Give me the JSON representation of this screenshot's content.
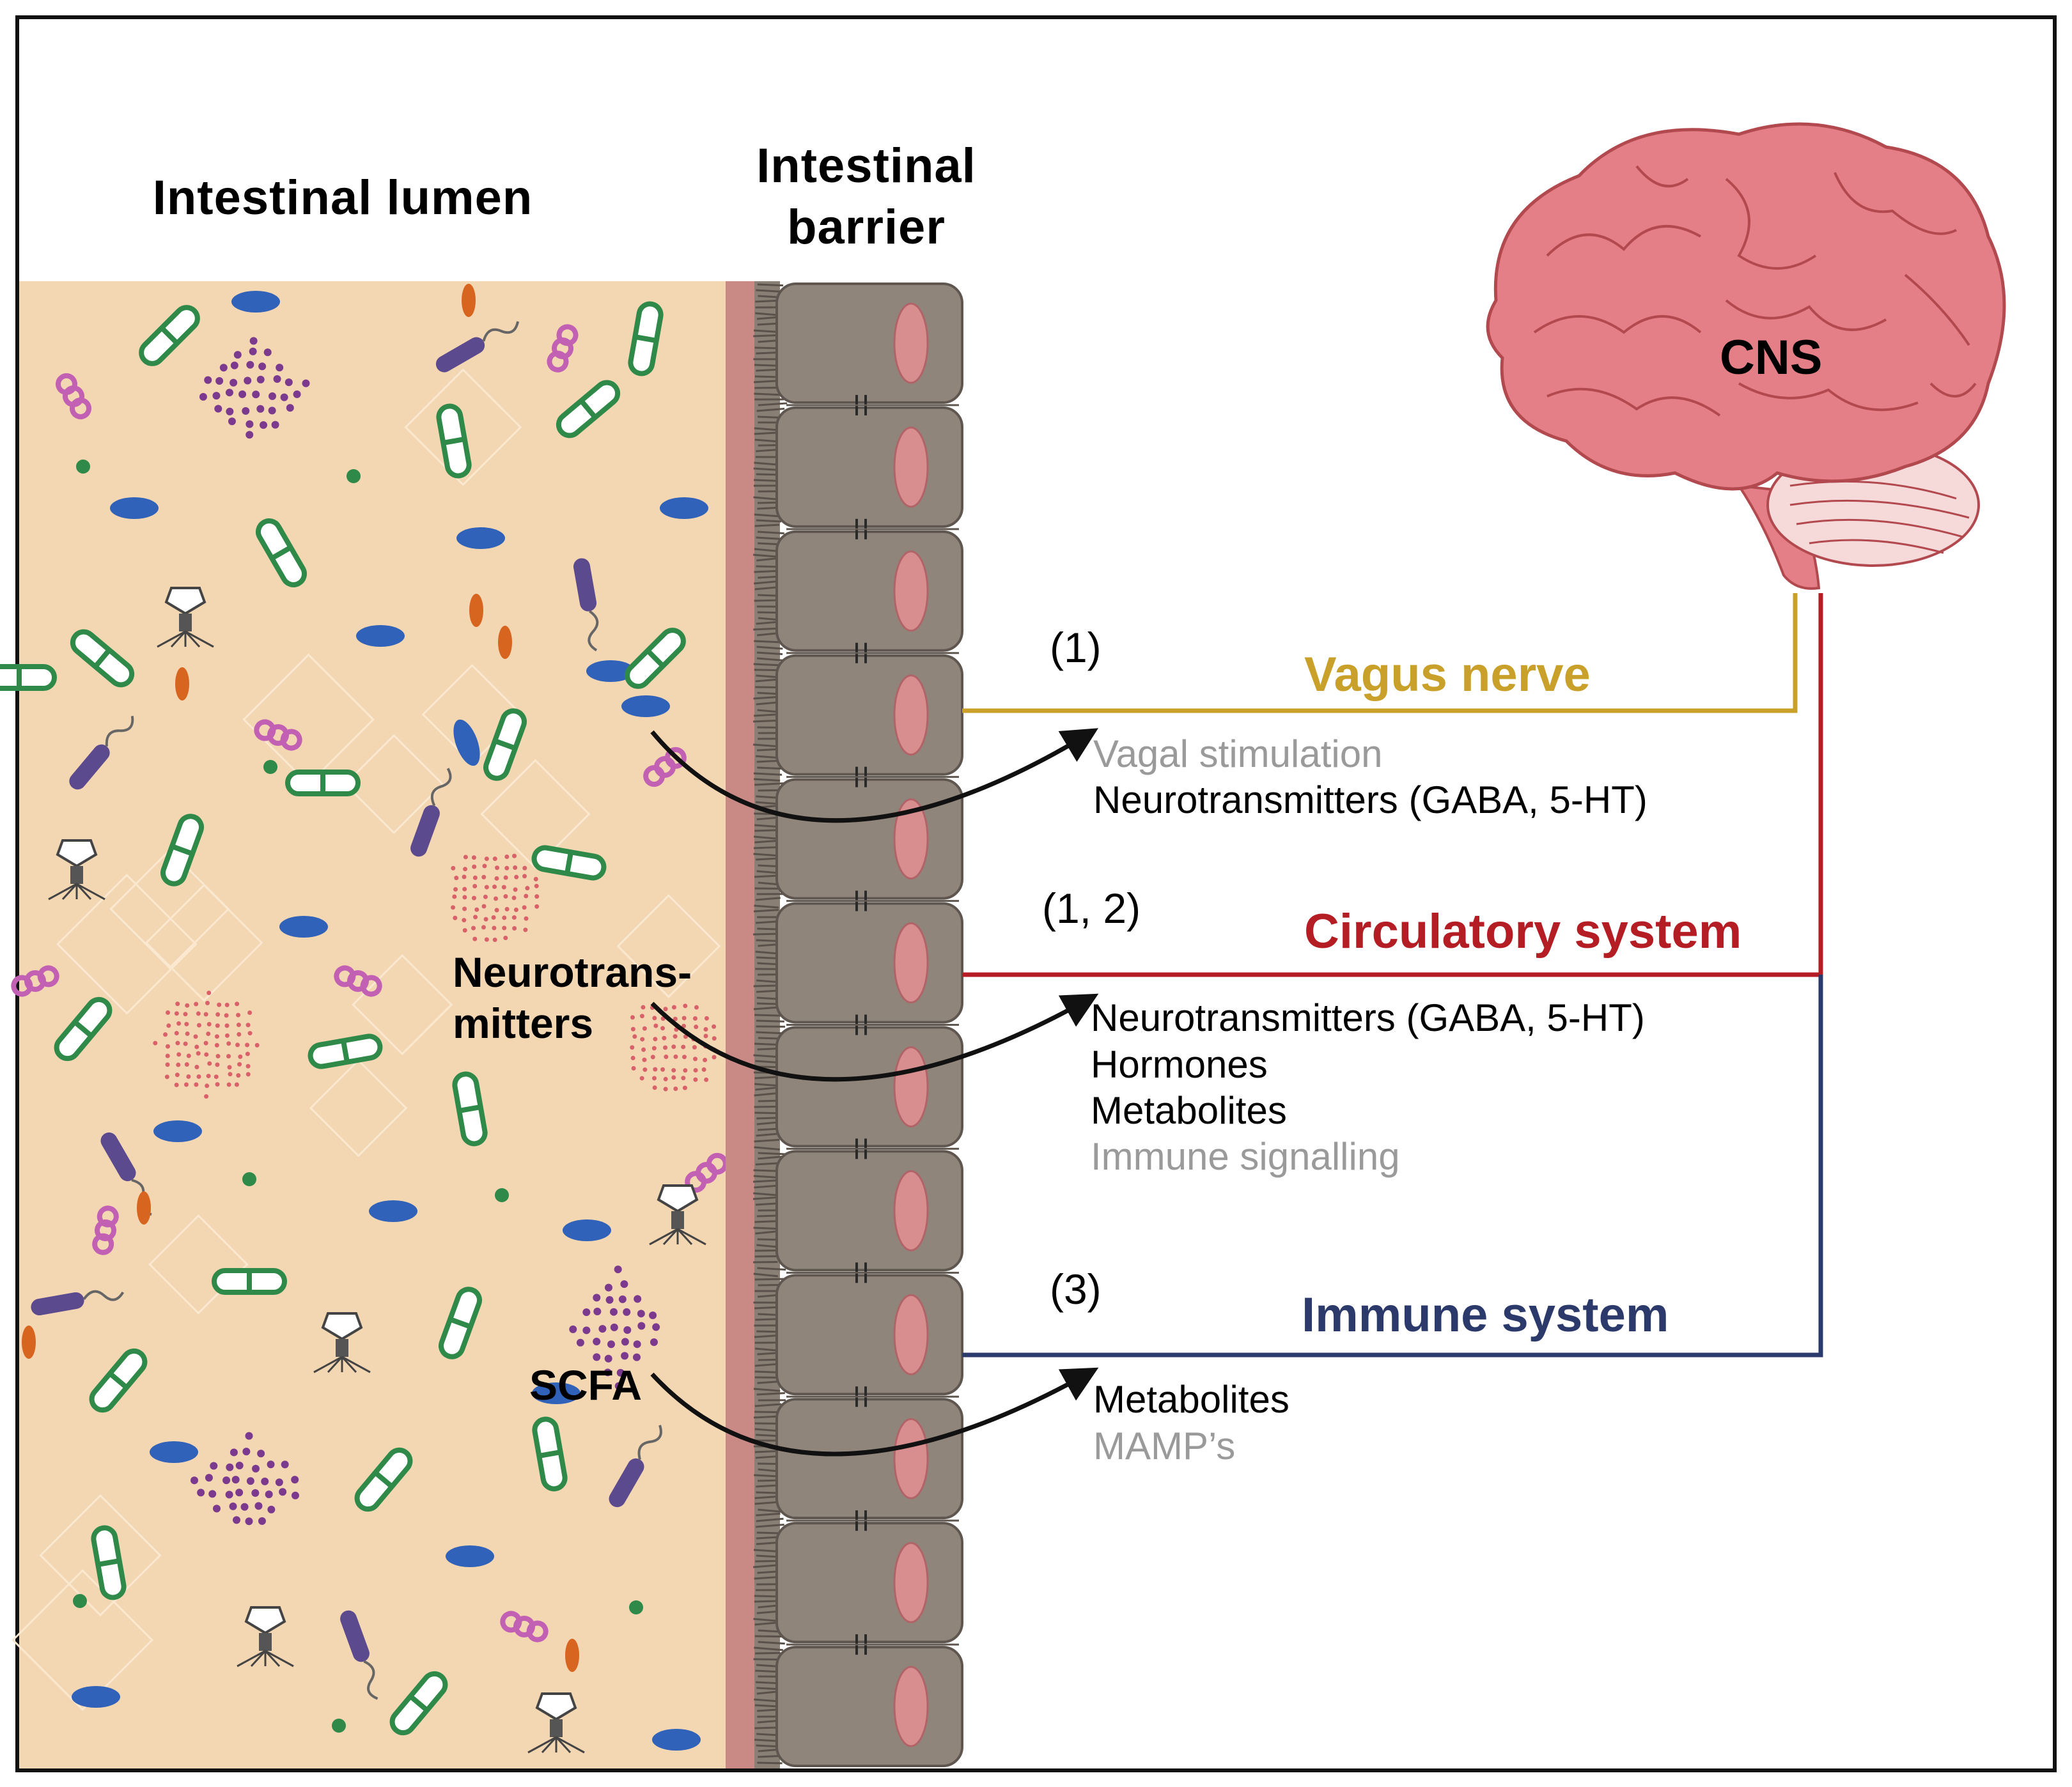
{
  "headers": {
    "lumen": "Intestinal lumen",
    "barrier_line1": "Intestinal",
    "barrier_line2": "barrier"
  },
  "brain": {
    "label": "CNS",
    "color": "#e57f87"
  },
  "labels": {
    "neurotransmitters_line1": "Neurotrans-",
    "neurotransmitters_line2": "mitters",
    "scfa": "SCFA"
  },
  "channels": [
    {
      "ref": "(1)",
      "name": "Vagus nerve",
      "color": "#c8a02a",
      "items": [
        {
          "text": "Vagal stimulation",
          "muted": true
        },
        {
          "text": "Neurotransmitters  (GABA, 5-HT)",
          "muted": false
        }
      ]
    },
    {
      "ref": "(1, 2)",
      "name": "Circulatory  system",
      "color": "#b51d25",
      "items": [
        {
          "text": "Neurotransmitters  (GABA, 5-HT)",
          "muted": false
        },
        {
          "text": "Hormones",
          "muted": false
        },
        {
          "text": "Metabolites",
          "muted": false
        },
        {
          "text": "Immune  signalling",
          "muted": true
        }
      ]
    },
    {
      "ref": "(3)",
      "name": "Immune system",
      "color": "#2b3a6b",
      "items": [
        {
          "text": "Metabolites",
          "muted": false
        },
        {
          "text": "MAMP’s",
          "muted": true
        }
      ]
    }
  ],
  "colors": {
    "lumen": "#f3d6b2",
    "barrier_cell": "#8f857b",
    "mucosa": "#c98a86",
    "nucleus": "#d88d8f",
    "bacteria_blue": "#2f62b8",
    "bacteria_green": "#2f8a4a",
    "bacteria_pink": "#c260b3",
    "bacteria_purple": "#5c4a8f",
    "bacteria_orange": "#d8651f",
    "dots_purple": "#7b3a8e",
    "dots_red": "#d8616a"
  }
}
